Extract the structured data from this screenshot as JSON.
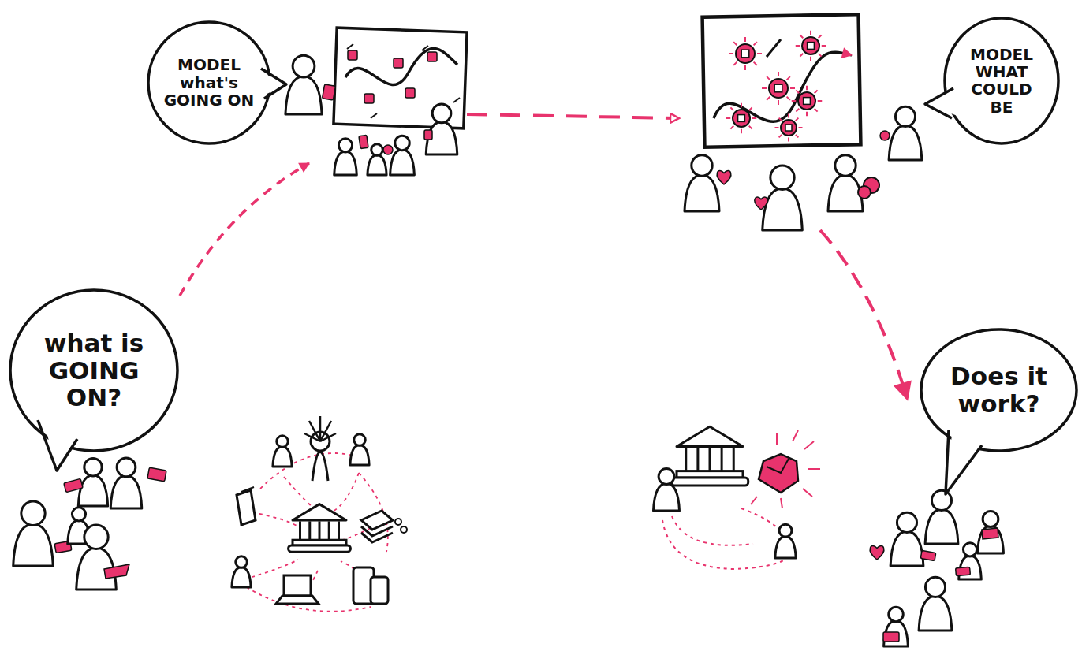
{
  "diagram": {
    "nodes": [
      {
        "text": [
          "what is GOING ON?"
        ]
      },
      {
        "text": [
          "MODEL what's GOING ON"
        ]
      },
      {
        "text": [
          "MODEL WHAT COULD BE"
        ]
      },
      {
        "text": [
          "Does it work?"
        ]
      }
    ]
  }
}
